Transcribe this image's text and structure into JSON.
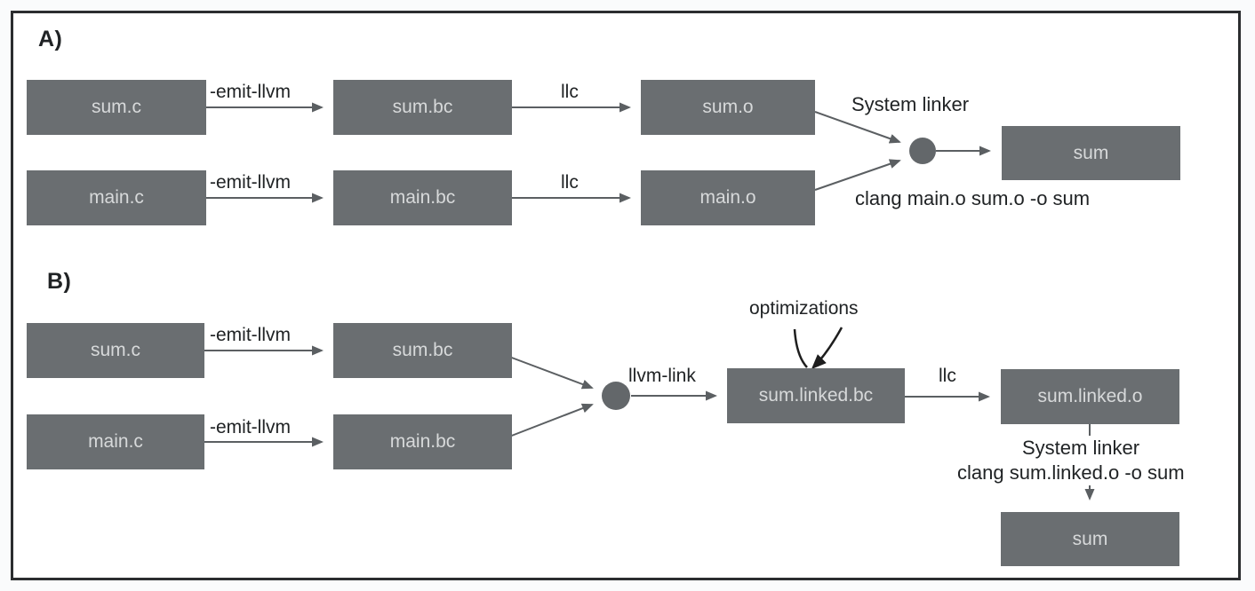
{
  "diagram": {
    "title_hint": "LLVM compilation pipelines",
    "section_a": {
      "label": "A)",
      "nodes": {
        "sum_c": "sum.c",
        "sum_bc": "sum.bc",
        "sum_o": "sum.o",
        "main_c": "main.c",
        "main_bc": "main.bc",
        "main_o": "main.o",
        "sum_out": "sum"
      },
      "edge_labels": {
        "emit_llvm_top": "-emit-llvm",
        "emit_llvm_bottom": "-emit-llvm",
        "llc_top": "llc",
        "llc_bottom": "llc",
        "system_linker": "System linker",
        "clang_cmd": "clang main.o sum.o -o sum"
      }
    },
    "section_b": {
      "label": "B)",
      "nodes": {
        "sum_c": "sum.c",
        "sum_bc": "sum.bc",
        "main_c": "main.c",
        "main_bc": "main.bc",
        "sum_linked_bc": "sum.linked.bc",
        "sum_linked_o": "sum.linked.o",
        "sum_out": "sum"
      },
      "edge_labels": {
        "emit_llvm_top": "-emit-llvm",
        "emit_llvm_bottom": "-emit-llvm",
        "llvm_link": "llvm-link",
        "optimizations": "optimizations",
        "llc": "llc",
        "system_linker": "System linker",
        "clang_cmd": "clang sum.linked.o -o sum"
      }
    },
    "colors": {
      "node_fill": "#6a6e71",
      "node_text": "#d7d9da",
      "line": "#5b5f62",
      "junction_fill": "#63676a",
      "annotation_line": "#1e1e1e",
      "label_text": "#202325",
      "frame_border": "#2b2d2f",
      "canvas_bg": "#ffffff",
      "outer_bg": "#fafbfc"
    }
  }
}
